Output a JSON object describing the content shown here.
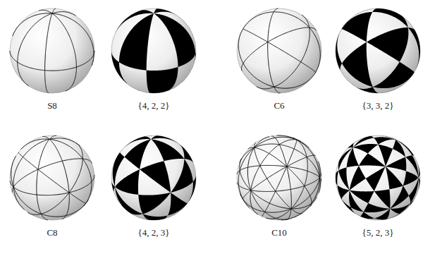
{
  "diagram": {
    "labels": [
      "S8",
      "{4, 2, 2}",
      "C6",
      "{3, 3, 2}",
      "C8",
      "{4, 2, 3}",
      "C10",
      "{5, 2, 3}"
    ]
  }
}
